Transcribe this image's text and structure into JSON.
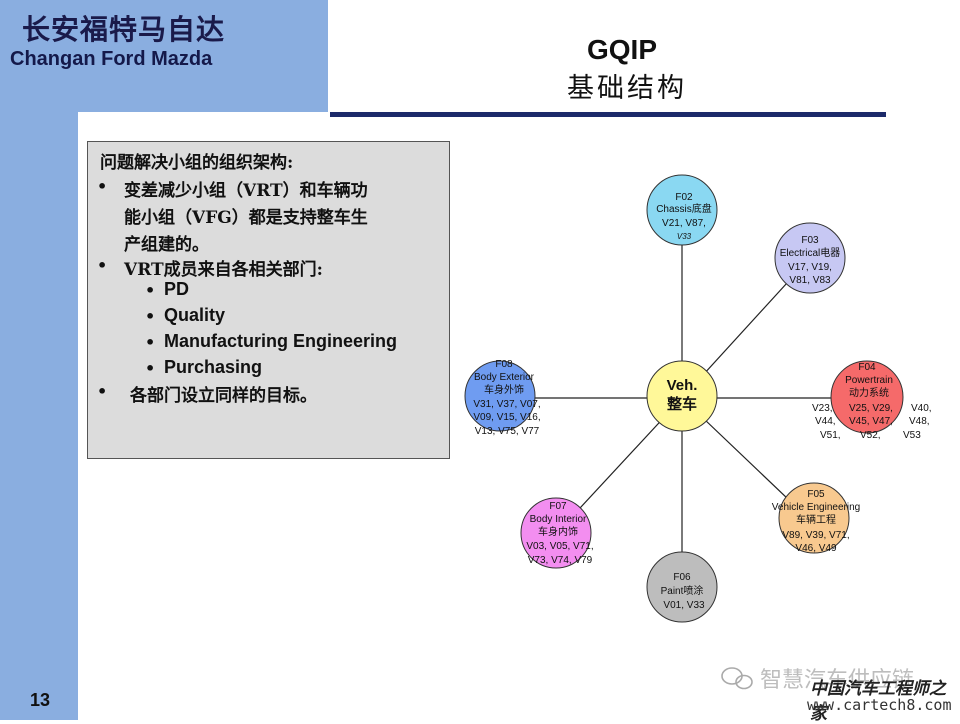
{
  "header": {
    "brand_cn": "长安福特马自达",
    "brand_en": "Changan Ford Mazda",
    "title_en": "GQIP",
    "title_cn": "基础结构"
  },
  "textbox": {
    "heading": "问题解决小组的组织架构:",
    "bullet1": [
      "变差减少小组（VRT）和车辆功",
      "能小组（VFG）都是支持整车生",
      "产组建的。"
    ],
    "bullet2": "VRT成员来自各相关部门:",
    "departments": [
      "PD",
      "Quality",
      "Manufacturing Engineering",
      "Purchasing"
    ],
    "bullet3": "各部门设立同样的目标。",
    "bullet_char": "•"
  },
  "diagram": {
    "center": {
      "line1": "Veh.",
      "line2": "整车",
      "color": "#fff899"
    },
    "nodes": [
      {
        "id": "F02",
        "lines": [
          "F02",
          "Chassis底盘",
          "V21, V87,",
          "V33"
        ],
        "color": "#8ad8f2"
      },
      {
        "id": "F03",
        "lines": [
          "F03",
          "Electrical电器",
          "V17, V19,",
          "V81, V83"
        ],
        "color": "#c7c8f3"
      },
      {
        "id": "F04",
        "lines": [
          "F04",
          "Powertrain",
          "动力系统"
        ],
        "values": [
          "V23,",
          "V25, V29,",
          "V40,",
          "V44,",
          "V45, V47,",
          "V48,",
          "V51,",
          "V52,",
          "V53"
        ],
        "color": "#f56a6a"
      },
      {
        "id": "F05",
        "lines": [
          "F05",
          "Vehicle Engineering",
          "车辆工程",
          "V89, V39, V71,",
          "V46, V49"
        ],
        "color": "#f8c98f"
      },
      {
        "id": "F06",
        "lines": [
          "F06",
          "Paint喷涂",
          "V01, V33"
        ],
        "color": "#bdbdbd"
      },
      {
        "id": "F07",
        "lines": [
          "F07",
          "Body Interior",
          "车身内饰",
          "V03, V05, V71,",
          "V73, V74, V79"
        ],
        "color": "#f38ef0"
      },
      {
        "id": "F08",
        "lines": [
          "F08",
          "Body Exterior",
          "车身外饰",
          "V31, V37, V07,",
          "V09, V15, V16,",
          "V13, V75, V77"
        ],
        "color": "#6f9cf1"
      }
    ]
  },
  "footer": {
    "page_number": "13",
    "watermark_text": "智慧汽车供应链",
    "watermark_brand": "中国汽车工程师之家",
    "watermark_url": "www.cartech8.com"
  }
}
